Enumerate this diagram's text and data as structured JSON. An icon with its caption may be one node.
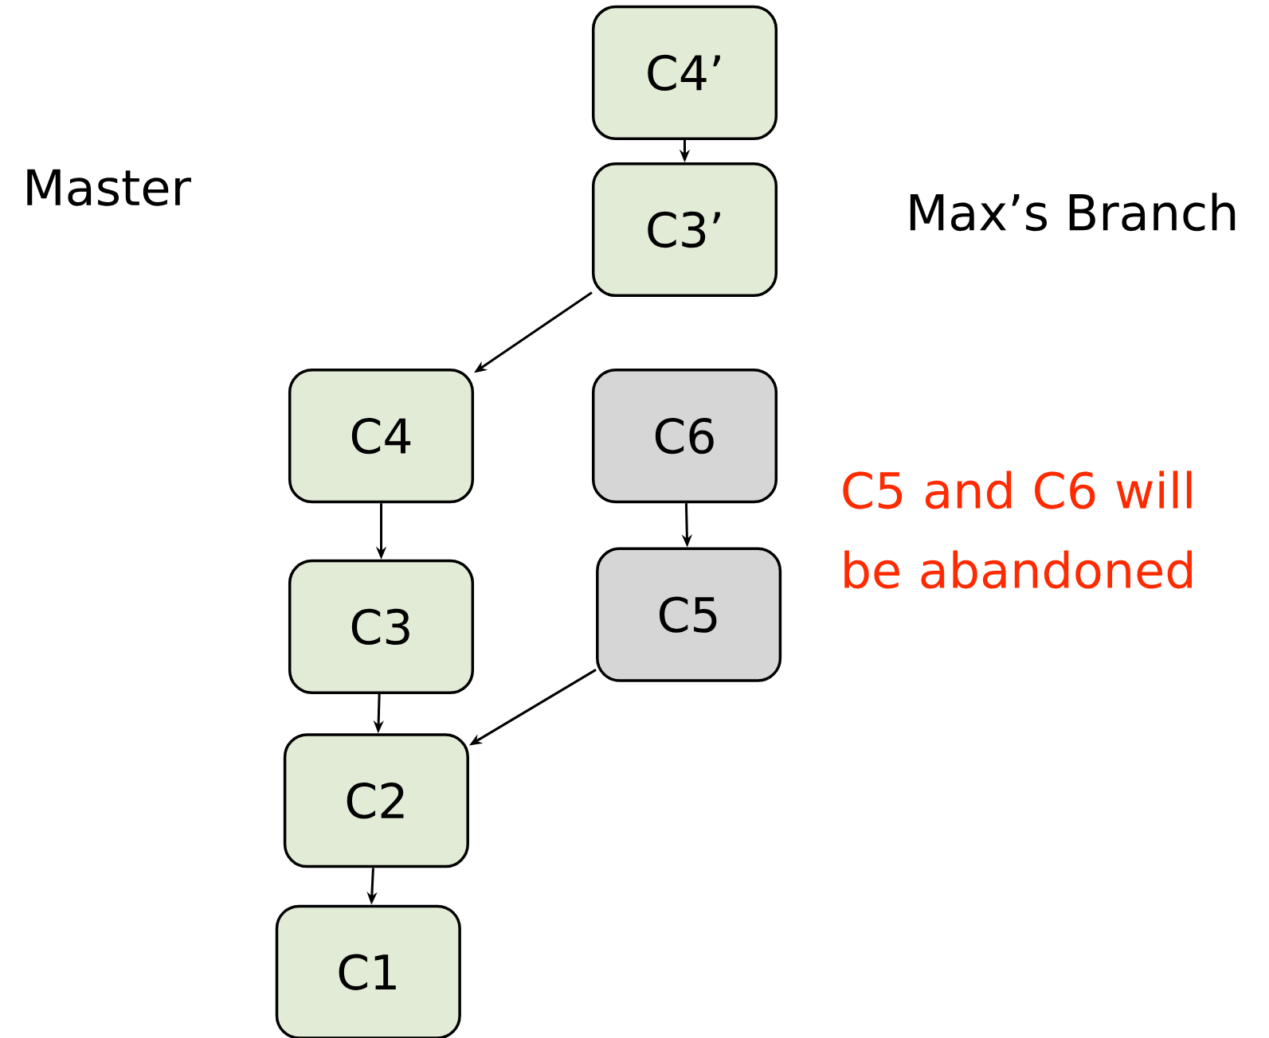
{
  "diagram": {
    "nodes": [
      {
        "text": [
          "C4’"
        ]
      },
      {
        "text": [
          "C3’"
        ]
      },
      {
        "text": [
          "C4"
        ]
      },
      {
        "text": [
          "C6"
        ]
      },
      {
        "text": [
          "C3"
        ]
      },
      {
        "text": [
          "C5"
        ]
      },
      {
        "text": [
          "C2"
        ]
      },
      {
        "text": [
          "C1"
        ]
      }
    ],
    "edges": [
      {
        "from": 0,
        "to": 1,
        "arrow": "to"
      },
      {
        "from": 1,
        "to": 2,
        "arrow": "to"
      },
      {
        "from": 2,
        "to": 4,
        "arrow": "to"
      },
      {
        "from": 3,
        "to": 5,
        "arrow": "to"
      },
      {
        "from": 4,
        "to": 6,
        "arrow": "to"
      },
      {
        "from": 5,
        "to": 6,
        "arrow": "to"
      },
      {
        "from": 6,
        "to": 7,
        "arrow": "to"
      }
    ],
    "labels": [
      "Master",
      "Max’s Branch",
      "C5 and C6 will be abandoned"
    ]
  }
}
